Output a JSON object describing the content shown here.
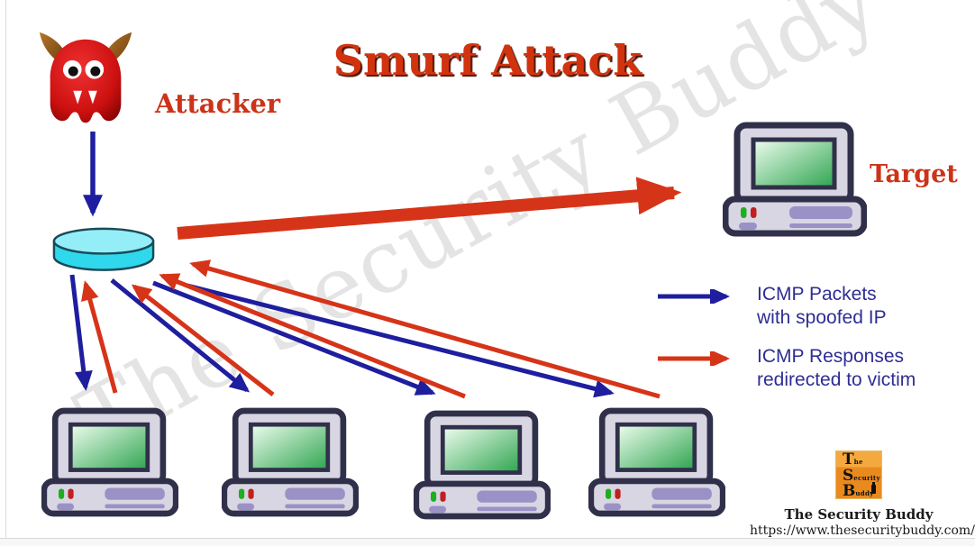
{
  "title": "Smurf Attack",
  "nodes": {
    "attacker_label": "Attacker",
    "target_label": "Target",
    "network_node": "amplifier-network-disk",
    "victim_count": 4
  },
  "legend": [
    {
      "arrow_color": "#1e1e9e",
      "line1": "ICMP Packets",
      "line2": "with spoofed IP"
    },
    {
      "arrow_color": "#d63418",
      "line1": "ICMP Responses",
      "line2": "redirected to victim"
    }
  ],
  "watermark": "The Security Buddy",
  "branding": {
    "logo": [
      {
        "big": "T",
        "small": "he"
      },
      {
        "big": "S",
        "small": "ecurity"
      },
      {
        "big": "B",
        "small": "uddy"
      }
    ],
    "name": "The Security Buddy",
    "url": "https://www.thesecuritybuddy.com/"
  },
  "colors": {
    "arrow_blue": "#1e1e9e",
    "arrow_red": "#d63418",
    "title_red": "#d2330f",
    "label_red": "#cc3318",
    "legend_text": "#2e2e94",
    "cylinder_cyan": "#2fd8ec",
    "computer_body": "#d9d6e3",
    "screen_green": "#2da44e",
    "logo_orange": "#ea8a1e"
  }
}
